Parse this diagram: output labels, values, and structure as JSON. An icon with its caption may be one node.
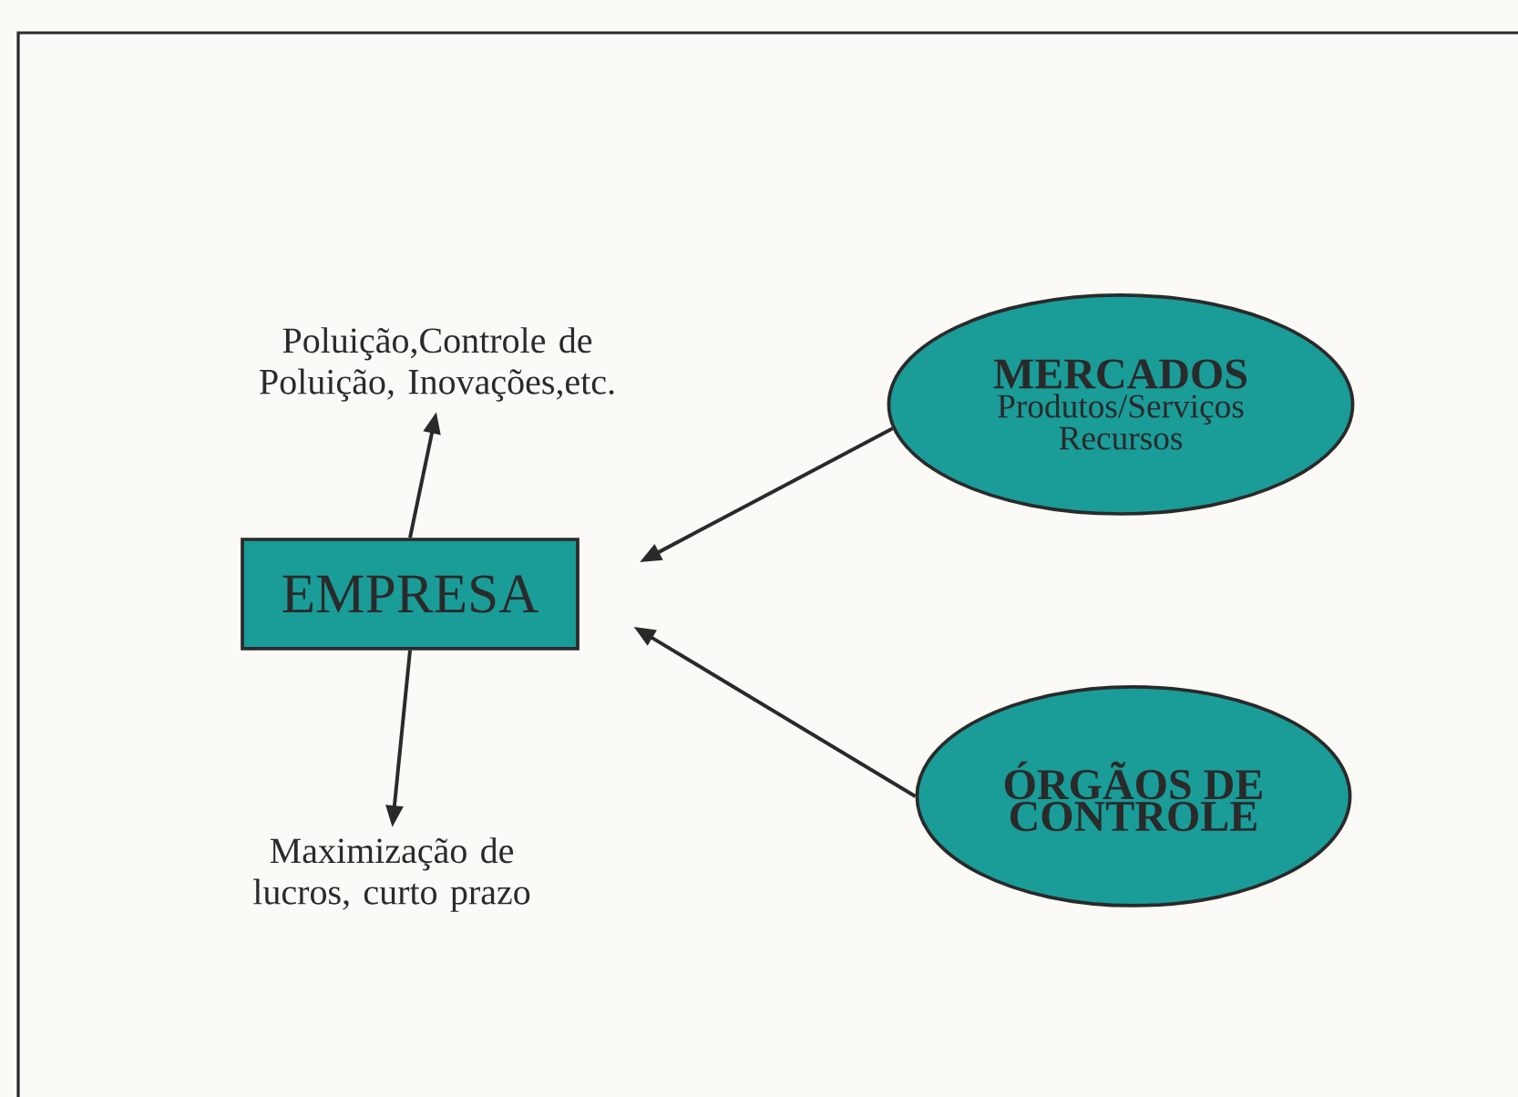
{
  "diagram": {
    "nodes": [
      {
        "text": [
          "Poluição,Controle de Poluição, Inovações,etc."
        ]
      },
      {
        "text": [
          "EMPRESA"
        ]
      },
      {
        "text": [
          "Maximização de lucros, curto prazo"
        ]
      },
      {
        "text": [
          "MERCADOS",
          "Produtos/Serviços Recursos"
        ]
      },
      {
        "text": [
          "ÓRGÃOS DE CONTROLE"
        ]
      }
    ],
    "edges": [
      {
        "from": 1,
        "to": 0,
        "arrow": "to"
      },
      {
        "from": 1,
        "to": 2,
        "arrow": "to"
      },
      {
        "from": 3,
        "to": 1,
        "arrow": "to"
      },
      {
        "from": 4,
        "to": 1,
        "arrow": "to"
      }
    ]
  }
}
